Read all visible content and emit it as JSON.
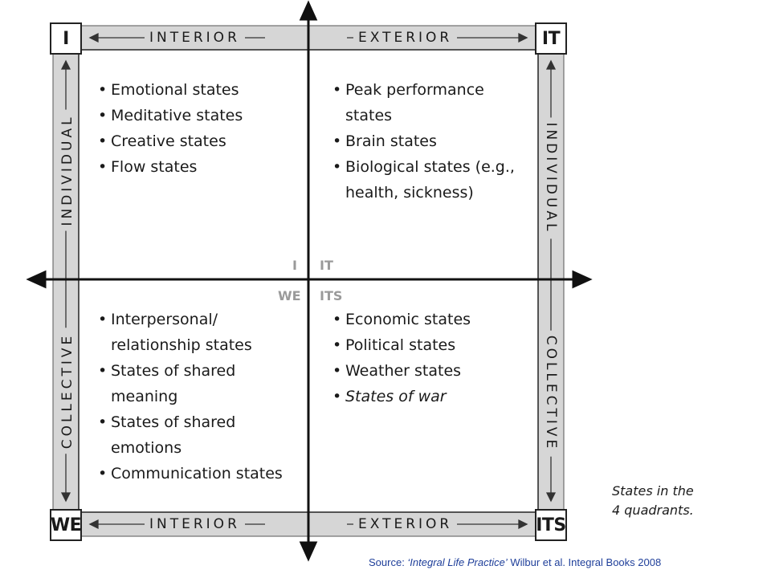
{
  "corners": {
    "top_left": "I",
    "top_right": "IT",
    "bottom_left": "WE",
    "bottom_right": "ITS"
  },
  "bands": {
    "top_left": "INTERIOR",
    "top_right": "EXTERIOR",
    "bottom_left": "INTERIOR",
    "bottom_right": "EXTERIOR",
    "left_upper": "INDIVIDUAL",
    "left_lower": "COLLECTIVE",
    "right_upper": "INDIVIDUAL",
    "right_lower": "COLLECTIVE"
  },
  "center": {
    "i": "I",
    "it": "IT",
    "we": "WE",
    "its": "ITS"
  },
  "quadrants": {
    "upper_left": [
      "Emotional states",
      "Meditative states",
      "Creative states",
      "Flow states"
    ],
    "upper_right": [
      "Peak performance states",
      "Brain states",
      "Biological states (e.g., health, sickness)"
    ],
    "lower_left": [
      "Interpersonal/ relationship states",
      "States of shared meaning",
      "States of shared emotions",
      "Communication states"
    ],
    "lower_right": [
      "Economic states",
      "Political states",
      "Weather states",
      "States of war"
    ]
  },
  "caption": {
    "line1": "States in the",
    "line2": "4 quadrants."
  },
  "source": {
    "prefix": "Source: ",
    "title": "‘Integral Life Practice’",
    "suffix": " Wilbur et  al. Integral Books 2008"
  },
  "colors": {
    "band_fill": "#d6d6d6",
    "line": "#111111",
    "center_text": "#9a9a9a",
    "source_text": "#1f3f9a"
  }
}
